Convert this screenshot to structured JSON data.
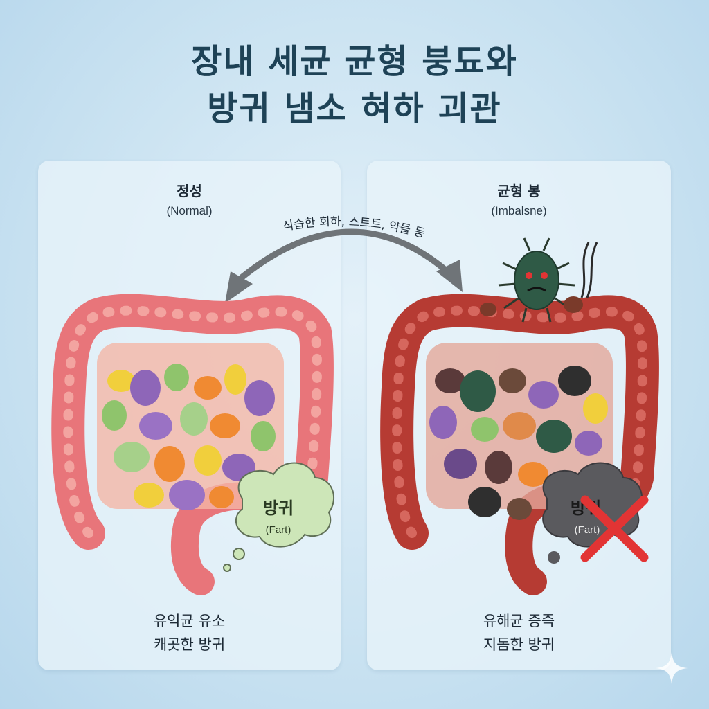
{
  "title": {
    "line1": "장내 세균 균형 붕됴와",
    "line2": "방귀 냄소 혀하 괴관"
  },
  "arrow_label": "식습한 회하, 스트트, 약믈 등",
  "normal": {
    "label_kr": "정성",
    "label_en": "(Normal)",
    "bubble_kr": "방귀",
    "bubble_en": "(Fart)",
    "caption_line1": "유익균 유소",
    "caption_line2": "캐곳한 방귀"
  },
  "imbalance": {
    "label_kr": "균형 봉",
    "label_en": "(Imbalsne)",
    "bubble_kr": "방귀",
    "bubble_en": "(Fart)",
    "caption_line1": "유해균 증즉",
    "caption_line2": "지돔한 방귀"
  },
  "colors": {
    "background": "#c9e2f1",
    "title": "#1e4256",
    "colon_healthy": "#e8757a",
    "colon_inflamed": "#b63b33",
    "good_bubble": "#cde6b8",
    "bad_bubble": "#5a5a5e",
    "cross_mark": "#e23434",
    "arrow": "#6f7478"
  },
  "icons": {
    "normal_bubble": "speech-cloud-icon",
    "cross": "cross-mark-icon",
    "sparkle": "sparkle-icon"
  }
}
